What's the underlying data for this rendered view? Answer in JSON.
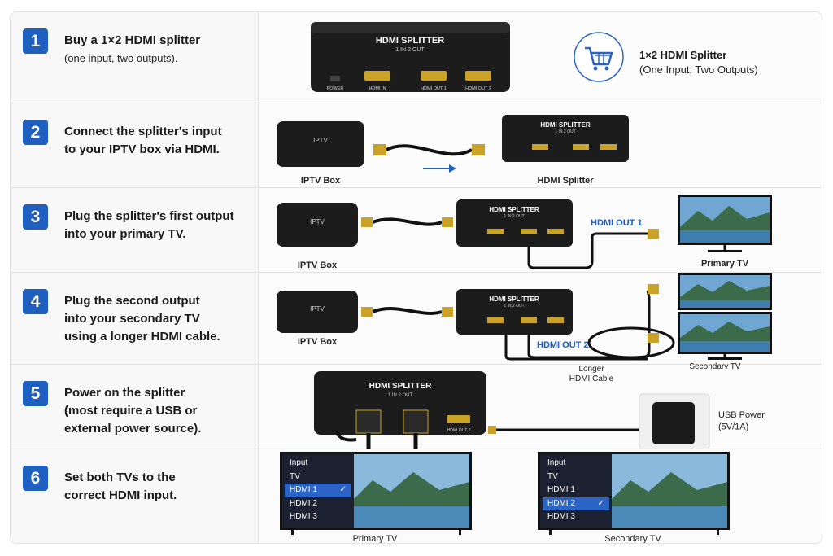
{
  "steps": [
    {
      "num": "1",
      "title": "Buy a 1×2 HDMI splitter",
      "sub": "(one input, two outputs)."
    },
    {
      "num": "2",
      "title": "Connect the splitter's input\nto your IPTV box via HDMI.",
      "sub": ""
    },
    {
      "num": "3",
      "title": "Plug the splitter's first output\ninto your primary TV.",
      "sub": ""
    },
    {
      "num": "4",
      "title": "Plug the second output\ninto your secondary TV\nusing a longer HDMI cable.",
      "sub": ""
    },
    {
      "num": "5",
      "title": "Power on the splitter\n(most require a USB or\nexternal power source).",
      "sub": ""
    },
    {
      "num": "6",
      "title": "Set both TVs to the\ncorrect HDMI input.",
      "sub": ""
    }
  ],
  "splitter": {
    "title": "HDMI SPLITTER",
    "subtitle": "1 IN 2 OUT",
    "port_power": "POWER",
    "port_in": "HDMI IN",
    "port_out1": "HDMI OUT 1",
    "port_out2": "HDMI OUT 2"
  },
  "step1": {
    "callout_title": "1×2 HDMI Splitter",
    "callout_sub": "(One Input, Two Outputs)",
    "icon": "cart-icon"
  },
  "step2": {
    "iptv_top": "IPTV",
    "iptv_label": "IPTV Box",
    "splitter_label": "HDMI Splitter"
  },
  "step3": {
    "iptv_label": "IPTV Box",
    "out_label": "HDMI OUT 1",
    "tv_label": "Primary TV"
  },
  "step4": {
    "iptv_label": "IPTV Box",
    "out_label": "HDMI OUT 2",
    "cable_label": "Longer\nHDMI Cable",
    "tv_label": "Secondary TV"
  },
  "step5": {
    "power_label": "USB Power\n(5V/1A)"
  },
  "step6": {
    "menu_header": "Input",
    "menu_items": [
      "TV",
      "HDMI 1",
      "HDMI 2",
      "HDMI 3"
    ],
    "primary_selected": "HDMI 1",
    "secondary_selected": "HDMI 2",
    "check": "✓",
    "primary_label": "Primary TV",
    "secondary_label": "Secondary TV"
  },
  "colors": {
    "accent": "#1f5fbf",
    "device": "#1c1c1c",
    "port_gold": "#c9a227"
  }
}
